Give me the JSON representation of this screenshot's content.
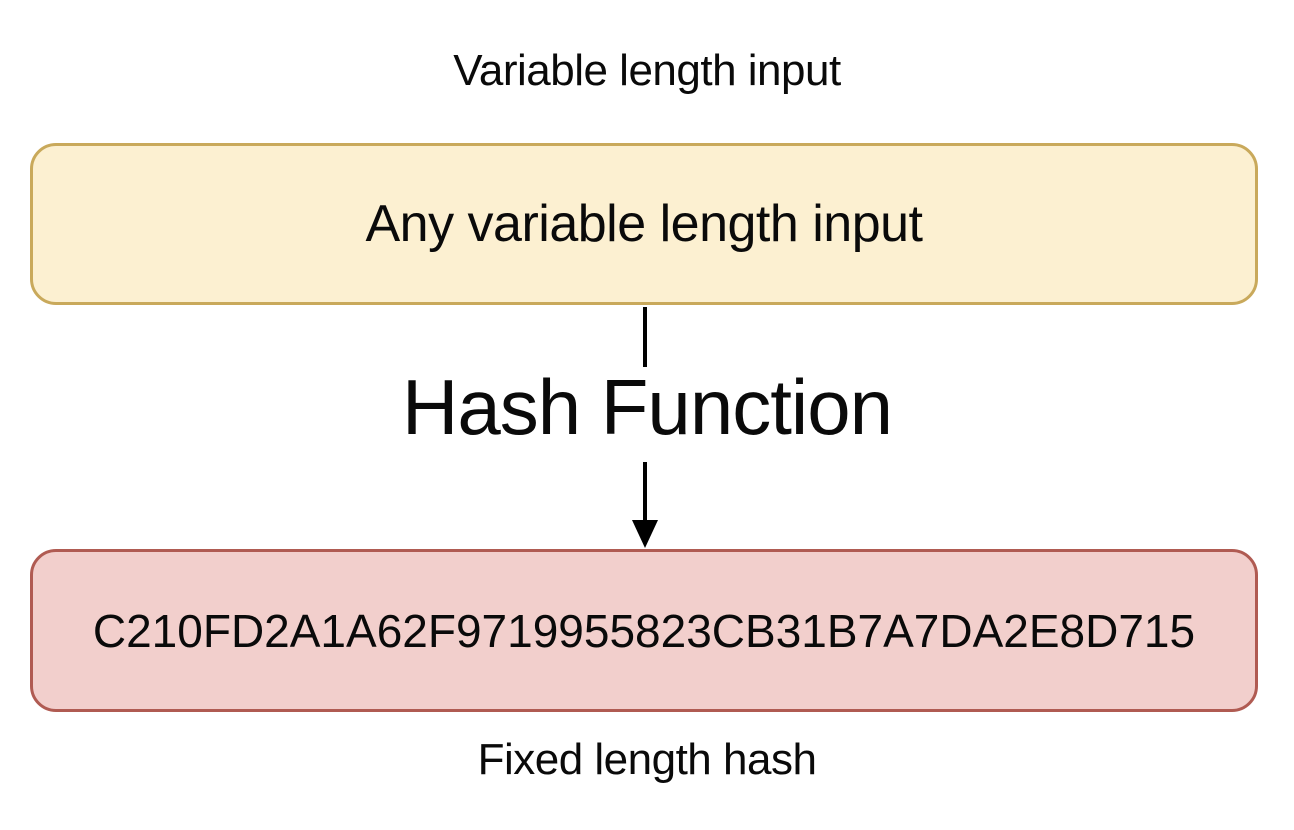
{
  "diagram": {
    "top_label": "Variable length input",
    "input_box": {
      "text": "Any variable length input",
      "fill": "#fcf0d1",
      "border_color": "#c9a95b"
    },
    "process_label": "Hash Function",
    "arrow": {
      "direction": "down",
      "color": "#000000"
    },
    "output_box": {
      "text": "C210FD2A1A62F9719955823CB31B7A7DA2E8D715",
      "fill": "#f2cfcc",
      "border_color": "#b05b52"
    },
    "bottom_label": "Fixed length hash",
    "background_color": "#ffffff",
    "text_color": "#0a0a0a"
  }
}
